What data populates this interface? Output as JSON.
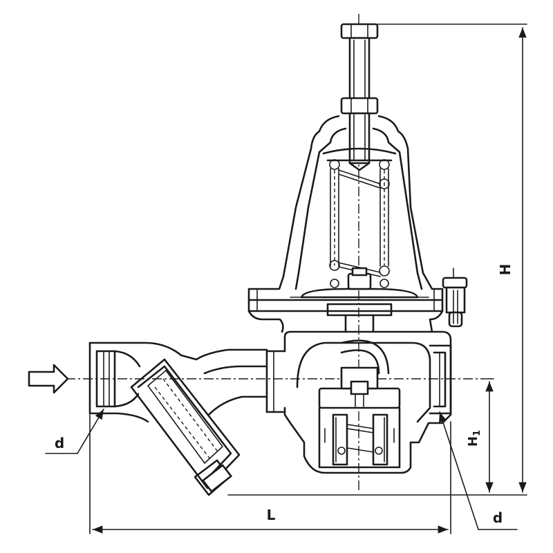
{
  "dimension_labels": {
    "height_total": "H",
    "height_inlet": "H1",
    "length": "L",
    "inlet_size": "d",
    "outlet_size": "d"
  },
  "flow_arrow_icon": "hollow-right-arrow-icon",
  "line_color": "#1a1a1a"
}
